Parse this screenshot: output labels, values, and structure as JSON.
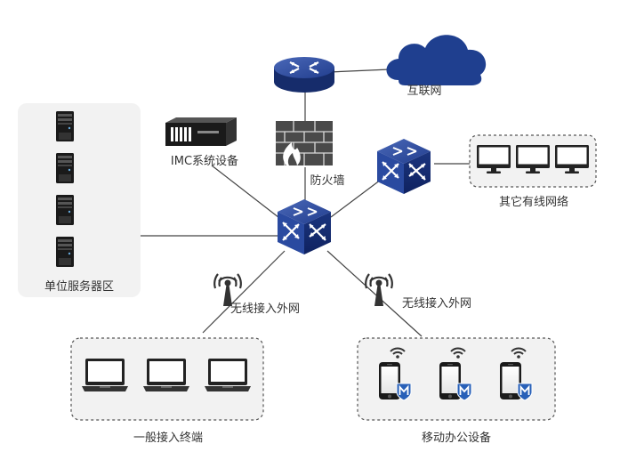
{
  "labels": {
    "internet": "互联网",
    "firewall": "防火墙",
    "imc": "IMC系统设备",
    "other_network": "其它有线网络",
    "server_area": "单位服务器区",
    "wireless_left": "无线接入外网",
    "wireless_right": "无线接入外网",
    "general_terminals": "一般接入终端",
    "mobile_office": "移动办公设备"
  },
  "colors": {
    "device_blue": "#1e3a8a",
    "device_blue_dark": "#162c6b",
    "cloud_blue": "#1f3f8f",
    "group_fill": "#f2f2f2",
    "group_border": "#555555",
    "line": "#444444"
  },
  "icons": [
    "router-icon",
    "cloud-icon",
    "firewall-icon",
    "imc-server-icon",
    "core-switch-icon",
    "switch-icon",
    "tower-server-icon",
    "antenna-icon",
    "monitor-icon",
    "laptop-icon",
    "smartphone-icon",
    "wifi-icon",
    "shield-icon"
  ]
}
